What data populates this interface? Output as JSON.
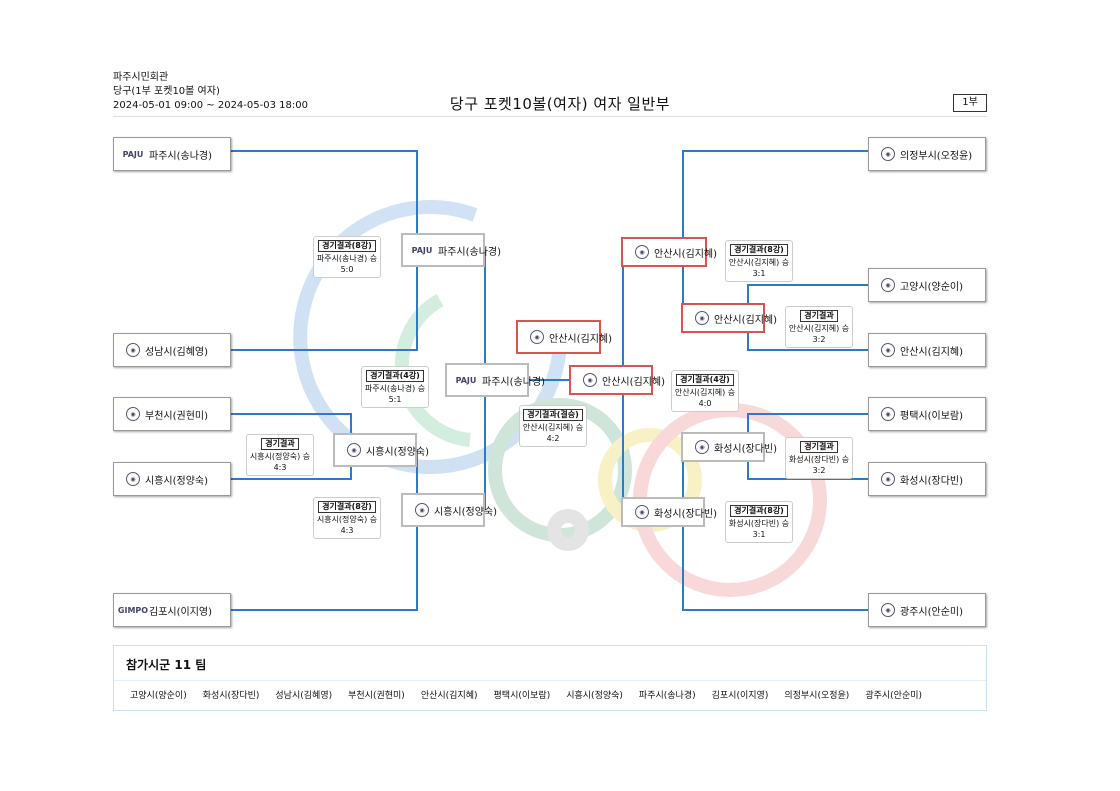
{
  "header": {
    "venue": "파주시민회관",
    "event": "당구(1부 포켓10볼 여자)",
    "period": "2024-05-01 09:00 ~ 2024-05-03 18:00",
    "title": "당구 포켓10볼(여자) 여자 일반부",
    "page_label": "1부"
  },
  "teams": {
    "left_r1": [
      "파주시(송나경)",
      "성남시(김혜영)",
      "부천시(권현미)",
      "시흥시(정양숙)",
      "김포시(이지영)"
    ],
    "right_r1": [
      "의정부시(오정윤)",
      "고양시(양순이)",
      "안산시(김지혜)",
      "평택시(이보람)",
      "화성시(장다빈)",
      "광주시(안순미)"
    ],
    "left_r2": [
      "파주시(송나경)",
      "시흥시(정양숙)",
      "시흥시(정양숙)"
    ],
    "right_r2": [
      "안산시(김지혜)",
      "안산시(김지혜)",
      "화성시(장다빈)",
      "화성시(장다빈)"
    ],
    "semi_left": "파주시(송나경)",
    "semi_right": "안산시(김지혜)",
    "champion": "안산시(김지혜)"
  },
  "logos": {
    "paju": "PAJU",
    "gimpo": "GIMPO"
  },
  "results": [
    {
      "title": "경기결과(8강)",
      "text": "파주시(송나경) 승",
      "score": "5:0"
    },
    {
      "title": "경기결과(4강)",
      "text": "파주시(송나경) 승",
      "score": "5:1"
    },
    {
      "title": "경기결과",
      "text": "시흥시(정양숙) 승",
      "score": "4:3"
    },
    {
      "title": "경기결과(8강)",
      "text": "시흥시(정양숙) 승",
      "score": "4:3"
    },
    {
      "title": "경기결과(결승)",
      "text": "안산시(김지혜) 승",
      "score": "4:2"
    },
    {
      "title": "경기결과(8강)",
      "text": "안산시(김지혜) 승",
      "score": "3:1"
    },
    {
      "title": "경기결과",
      "text": "안산시(김지혜) 승",
      "score": "3:2"
    },
    {
      "title": "경기결과(4강)",
      "text": "안산시(김지혜) 승",
      "score": "4:0"
    },
    {
      "title": "경기결과",
      "text": "화성시(장다빈) 승",
      "score": "3:2"
    },
    {
      "title": "경기결과(8강)",
      "text": "화성시(장다빈) 승",
      "score": "3:1"
    }
  ],
  "footer": {
    "title": "참가시군 11 팀",
    "teams": [
      "고양시(양순이)",
      "화성시(장다빈)",
      "성남시(김혜영)",
      "부천시(권현미)",
      "안산시(김지혜)",
      "평택시(이보람)",
      "시흥시(정양숙)",
      "파주시(송나경)",
      "김포시(이지영)",
      "의정부시(오정윤)",
      "광주시(안순미)"
    ]
  },
  "colors": {
    "bracket_line": "#2a7bc8",
    "winner_border": "#d9534f"
  }
}
